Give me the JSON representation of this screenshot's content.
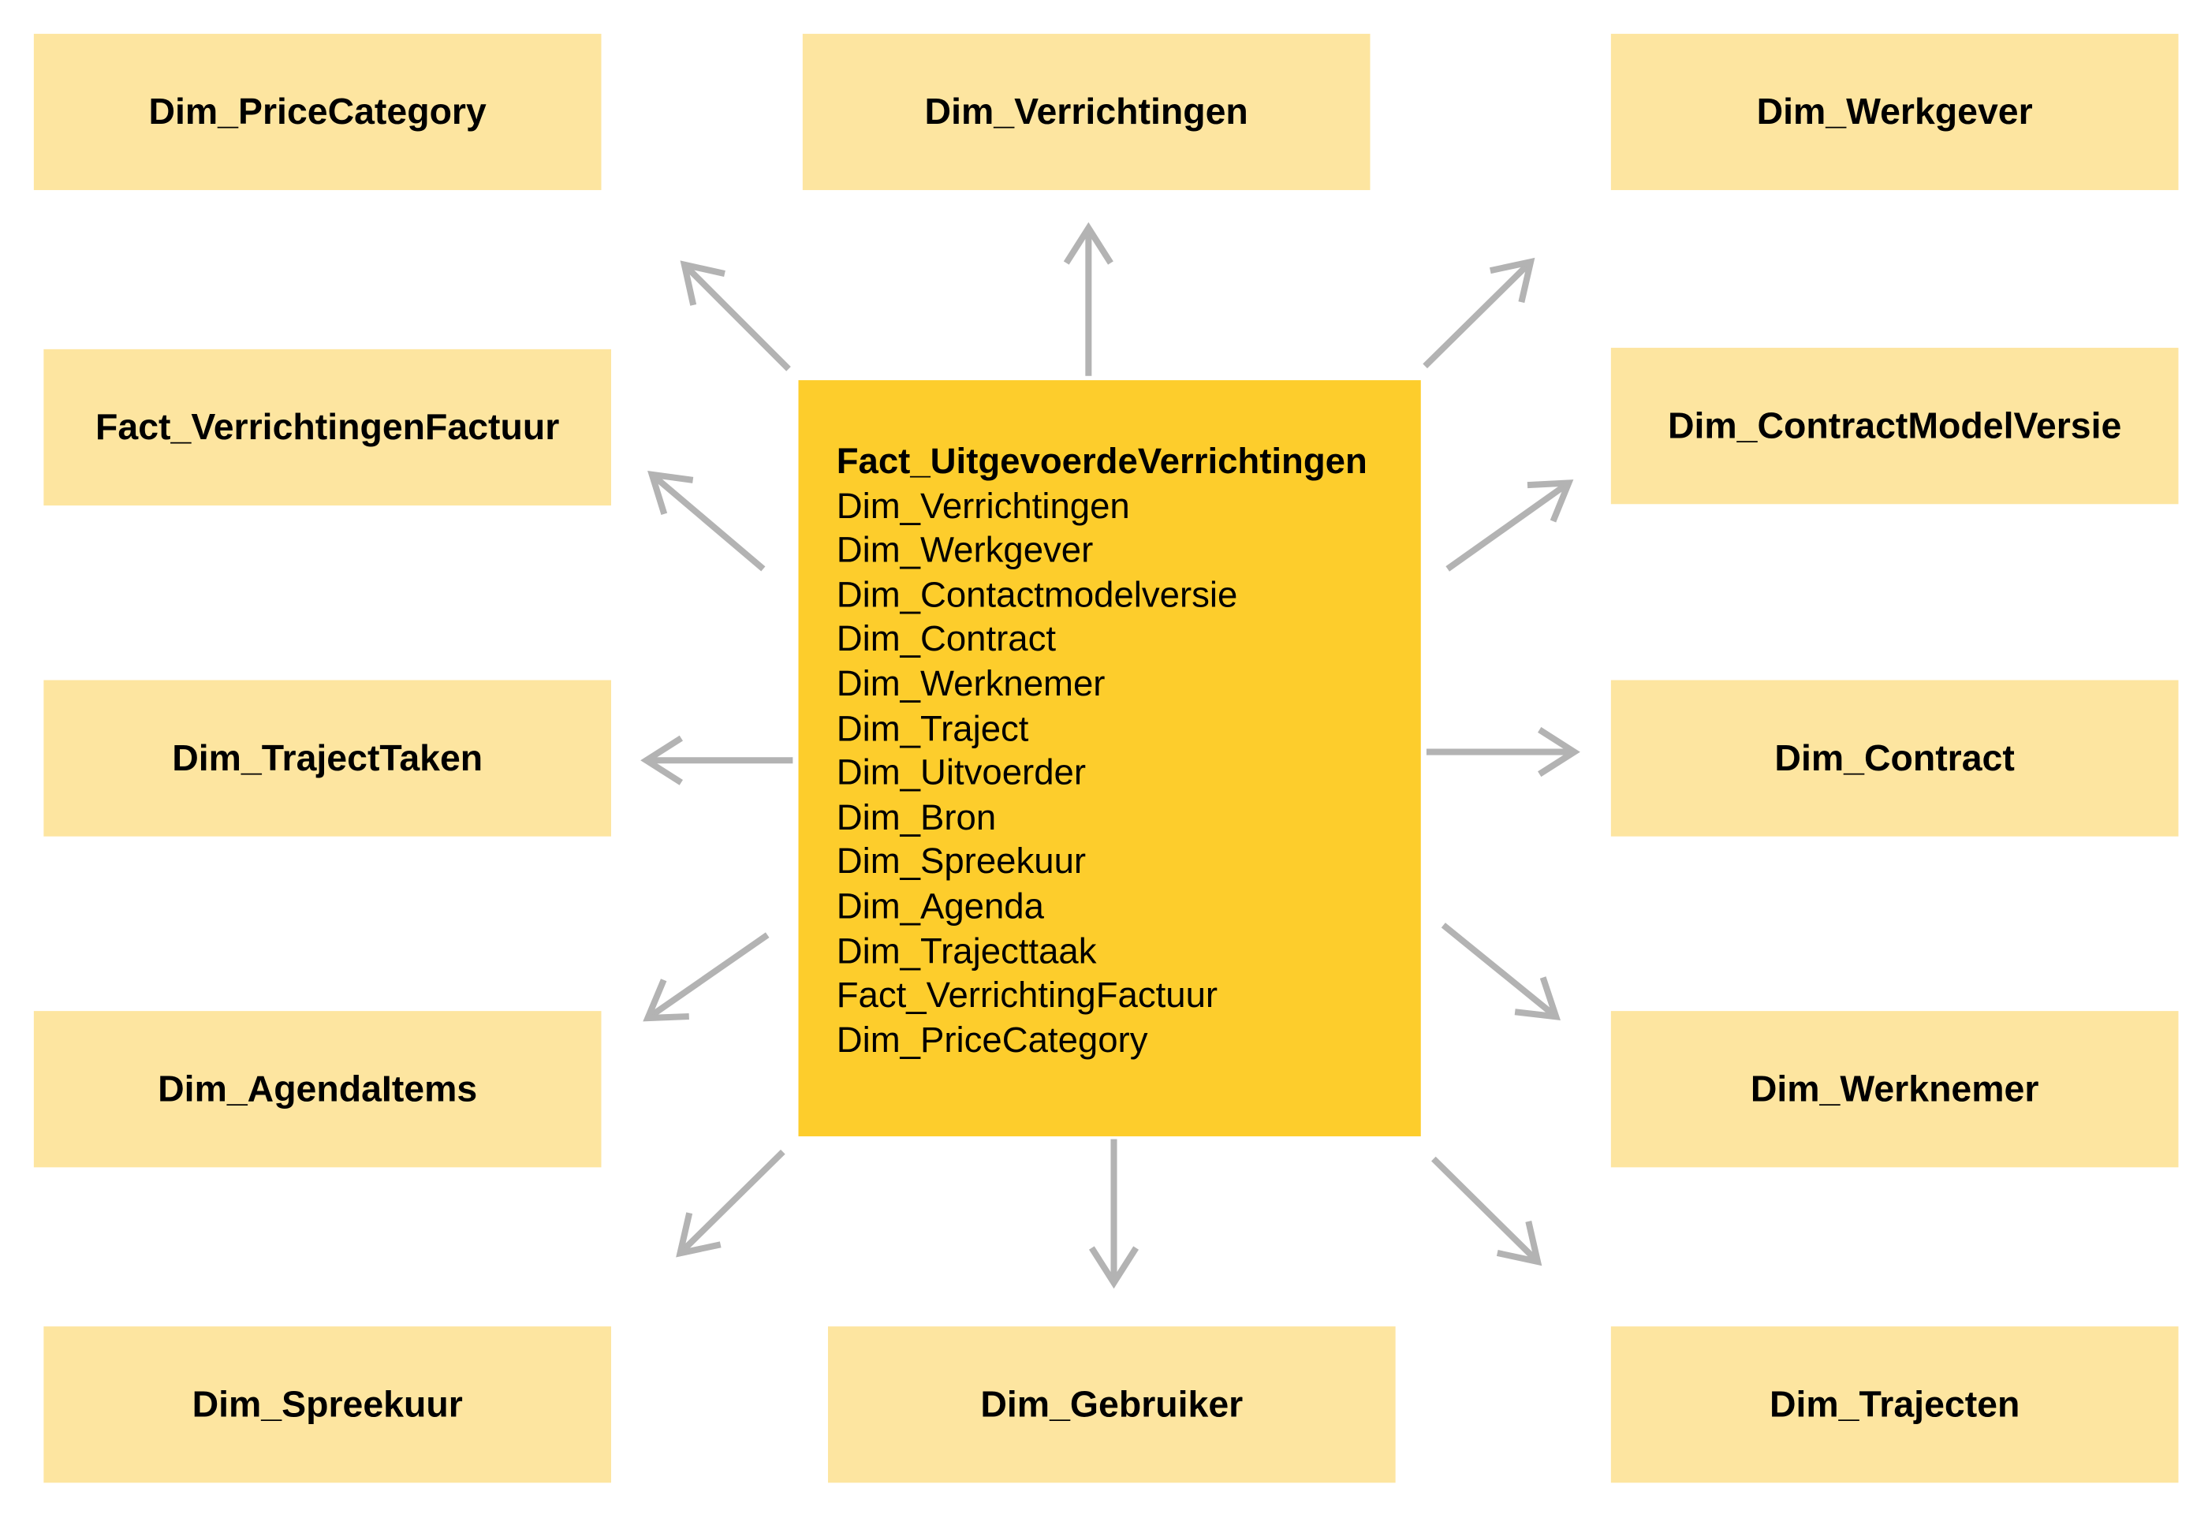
{
  "center": {
    "title": "Fact_UitgevoerdeVerrichtingen",
    "items": [
      "Dim_Verrichtingen",
      "Dim_Werkgever",
      "Dim_Contactmodelversie",
      "Dim_Contract",
      "Dim_Werknemer",
      "Dim_Traject",
      "Dim_Uitvoerder",
      "Dim_Bron",
      "Dim_Spreekuur",
      "Dim_Agenda",
      "Dim_Trajecttaak",
      "Fact_VerrichtingFactuur",
      "Dim_PriceCategory"
    ]
  },
  "boxes": {
    "price_category": "Dim_PriceCategory",
    "verrichtingen": "Dim_Verrichtingen",
    "werkgever": "Dim_Werkgever",
    "verrichtingen_factuur": "Fact_VerrichtingenFactuur",
    "contract_model_versie": "Dim_ContractModelVersie",
    "traject_taken": "Dim_TrajectTaken",
    "contract": "Dim_Contract",
    "agenda_items": "Dim_AgendaItems",
    "werknemer": "Dim_Werknemer",
    "spreekuur": "Dim_Spreekuur",
    "gebruiker": "Dim_Gebruiker",
    "trajecten": "Dim_Trajecten"
  },
  "colors": {
    "fact_box": "#fdcd2c",
    "dim_box": "#fde5a0",
    "arrow": "#b3b3b3"
  }
}
